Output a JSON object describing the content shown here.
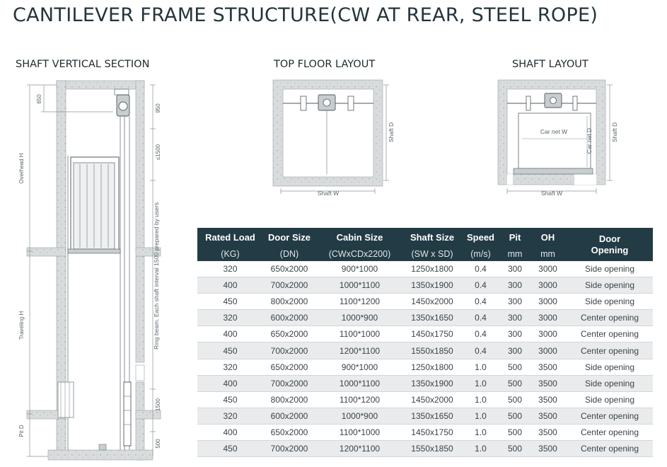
{
  "title": "CANTILEVER FRAME STRUCTURE(CW AT REAR, STEEL ROPE)",
  "sections": {
    "shaft_vertical": "SHAFT VERTICAL SECTION",
    "top_floor": "TOP FLOOR LAYOUT",
    "shaft_layout": "SHAFT LAYOUT"
  },
  "vertical_labels": {
    "overhead": "Overhead H",
    "traveling": "Traveling H",
    "pit": "Pit D",
    "dim_650": "650",
    "dim_950": "950",
    "dim_1500": "≤1500",
    "ring_beam": "Ring beam. Each shaft interval 1500 prepared by users",
    "dim_1500b": "1500",
    "dim_500": "500"
  },
  "top_floor_labels": {
    "shaft_w": "Shaft W",
    "shaft_d": "Shaft D"
  },
  "shaft_layout_labels": {
    "car_net_w": "Car net W",
    "car_net_d": "Car net D",
    "shaft_w": "Shaft W",
    "shaft_d": "Shaft D"
  },
  "table": {
    "headers": [
      "Rated Load",
      "Door Size",
      "Cabin Size",
      "Shaft Size",
      "Speed",
      "Pit",
      "OH",
      "Door Opening"
    ],
    "units": [
      "(KG)",
      "(DN)",
      "(CWxCDx2200)",
      "(SW x SD)",
      "(m/s)",
      "mm",
      "mm"
    ],
    "rows": [
      [
        "320",
        "650x2000",
        "900*1000",
        "1250x1800",
        "0.4",
        "300",
        "3000",
        "Side opening"
      ],
      [
        "400",
        "700x2000",
        "1000*1100",
        "1350x1900",
        "0.4",
        "300",
        "3000",
        "Side opening"
      ],
      [
        "450",
        "800x2000",
        "1100*1200",
        "1450x2000",
        "0.4",
        "300",
        "3000",
        "Side opening"
      ],
      [
        "320",
        "600x2000",
        "1000*900",
        "1350x1650",
        "0.4",
        "300",
        "3000",
        "Center opening"
      ],
      [
        "400",
        "650x2000",
        "1100*1000",
        "1450x1750",
        "0.4",
        "300",
        "3000",
        "Center opening"
      ],
      [
        "450",
        "700x2000",
        "1200*1100",
        "1550x1850",
        "0.4",
        "300",
        "3000",
        "Center opening"
      ],
      [
        "320",
        "650x2000",
        "900*1000",
        "1250x1800",
        "1.0",
        "500",
        "3500",
        "Side opening"
      ],
      [
        "400",
        "700x2000",
        "1000*1100",
        "1350x1900",
        "1.0",
        "500",
        "3500",
        "Side opening"
      ],
      [
        "450",
        "800x2000",
        "1100*1200",
        "1450x2000",
        "1.0",
        "500",
        "3500",
        "Side opening"
      ],
      [
        "320",
        "600x2000",
        "1000*900",
        "1350x1650",
        "1.0",
        "500",
        "3500",
        "Center opening"
      ],
      [
        "400",
        "650x2000",
        "1100*1000",
        "1450x1750",
        "1.0",
        "500",
        "3500",
        "Center opening"
      ],
      [
        "450",
        "700x2000",
        "1200*1100",
        "1550x1850",
        "1.0",
        "500",
        "3500",
        "Center opening"
      ]
    ]
  },
  "colors": {
    "header_bg": "#233b45",
    "header_text": "#ffffff",
    "row_alt": "#e9ebec",
    "concrete": "#d9dcdc",
    "line": "#8a9397"
  }
}
